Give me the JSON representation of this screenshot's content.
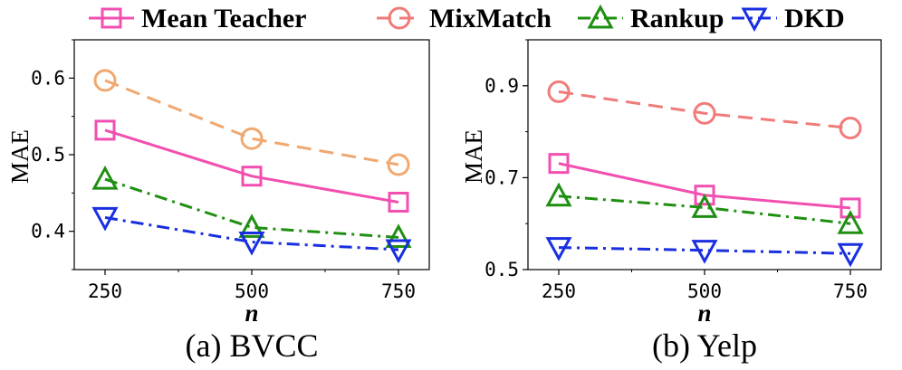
{
  "legend": [
    {
      "name": "Mean Teacher",
      "color": "#f24fb0",
      "marker": "square",
      "dash": "solid"
    },
    {
      "name": "MixMatch",
      "color": "#f07b78",
      "marker": "circle",
      "dash": "dashed"
    },
    {
      "name": "Rankup",
      "color": "#1f8f12",
      "marker": "triangle-up",
      "dash": "dashdot"
    },
    {
      "name": "DKD",
      "color": "#1a2fe0",
      "marker": "triangle-down",
      "dash": "dashdot"
    }
  ],
  "chart_data": [
    {
      "type": "line",
      "caption": "(a) BVCC",
      "xlabel": "n",
      "ylabel": "MAE",
      "x": [
        250,
        500,
        750
      ],
      "xticks": [
        "250",
        "500",
        "750"
      ],
      "yticks": [
        "0.4",
        "0.5",
        "0.6"
      ],
      "ylim": [
        0.35,
        0.65
      ],
      "series": [
        {
          "name": "Mean Teacher",
          "values": [
            0.532,
            0.472,
            0.438
          ],
          "color": "#f24fb0"
        },
        {
          "name": "MixMatch",
          "values": [
            0.597,
            0.521,
            0.487
          ],
          "color": "#f0a870"
        },
        {
          "name": "Rankup",
          "values": [
            0.468,
            0.405,
            0.392
          ],
          "color": "#1f8f12"
        },
        {
          "name": "DKD",
          "values": [
            0.418,
            0.386,
            0.376
          ],
          "color": "#1a2fe0"
        }
      ]
    },
    {
      "type": "line",
      "caption": "(b) Yelp",
      "xlabel": "n",
      "ylabel": "MAE",
      "x": [
        250,
        500,
        750
      ],
      "xticks": [
        "250",
        "500",
        "750"
      ],
      "yticks": [
        "0.5",
        "0.7",
        "0.9"
      ],
      "ylim": [
        0.5,
        1.0
      ],
      "series": [
        {
          "name": "Mean Teacher",
          "values": [
            0.731,
            0.662,
            0.634
          ],
          "color": "#f24fb0"
        },
        {
          "name": "MixMatch",
          "values": [
            0.887,
            0.84,
            0.808
          ],
          "color": "#f07b78"
        },
        {
          "name": "Rankup",
          "values": [
            0.66,
            0.635,
            0.6
          ],
          "color": "#1f8f12"
        },
        {
          "name": "DKD",
          "values": [
            0.548,
            0.542,
            0.535
          ],
          "color": "#1a2fe0"
        }
      ]
    }
  ]
}
